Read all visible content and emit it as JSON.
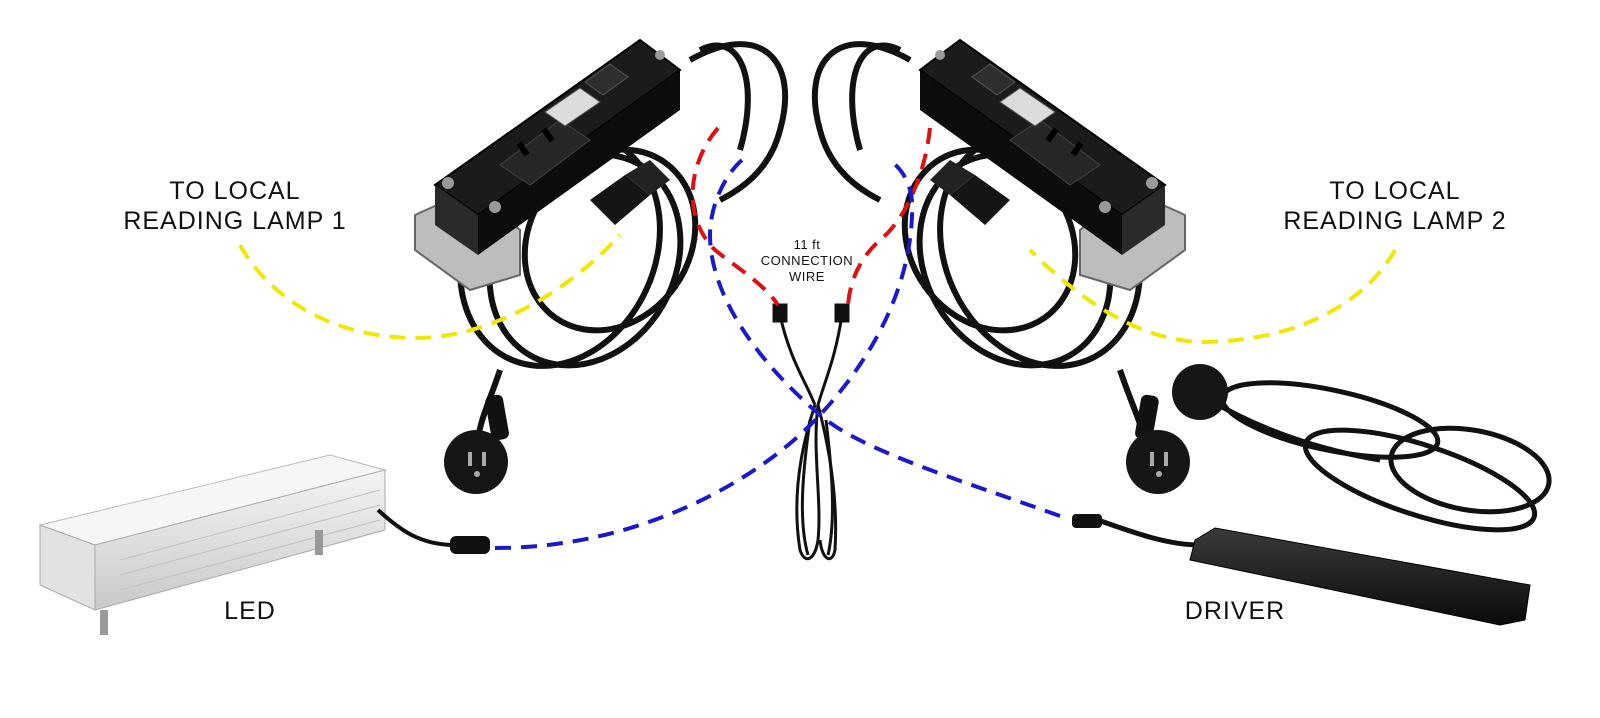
{
  "labels": {
    "lamp1": "TO LOCAL\nREADING LAMP 1",
    "lamp2": "TO LOCAL\nREADING LAMP 2",
    "wire": "11 ft\nCONNECTION\nWIRE",
    "led": "LED",
    "driver": "DRIVER"
  },
  "colors": {
    "reading_lamp_line": "#f2e700",
    "led_driver_line": "#1a1acc",
    "connection_line": "#e01010",
    "device_body": "#151515"
  },
  "icons": {
    "power_unit": "power-outlet-icon",
    "plug": "plug-icon",
    "led": "led-light-bar-icon",
    "driver": "power-driver-icon"
  }
}
